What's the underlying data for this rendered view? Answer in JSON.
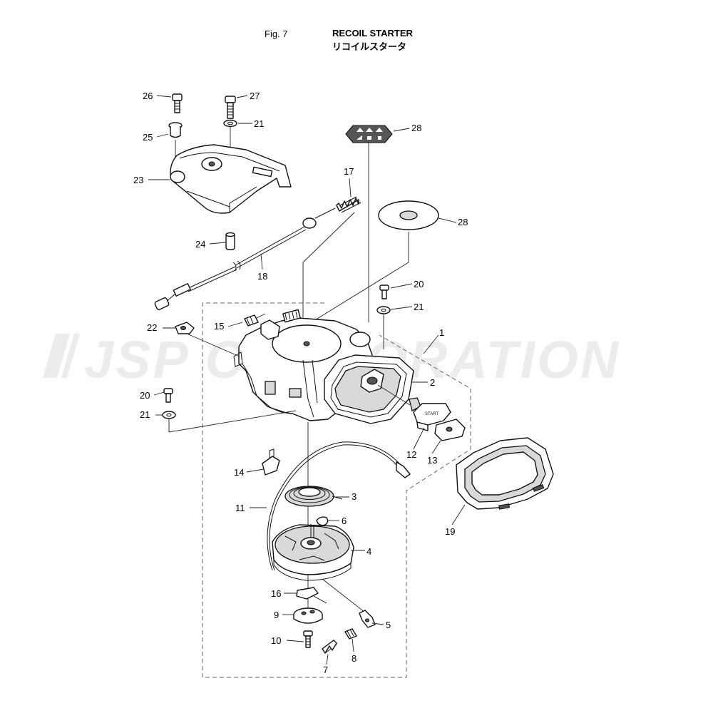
{
  "header": {
    "fig_no": "Fig. 7",
    "title": "RECOIL STARTER",
    "title_jp": "リコイルスタータ"
  },
  "watermark": "JSP CORPORATION",
  "callouts": [
    {
      "id": "c26",
      "label": "26"
    },
    {
      "id": "c27",
      "label": "27"
    },
    {
      "id": "c25",
      "label": "25"
    },
    {
      "id": "c21a",
      "label": "21"
    },
    {
      "id": "c23",
      "label": "23"
    },
    {
      "id": "c28a",
      "label": "28"
    },
    {
      "id": "c17",
      "label": "17"
    },
    {
      "id": "c28b",
      "label": "28"
    },
    {
      "id": "c24",
      "label": "24"
    },
    {
      "id": "c18",
      "label": "18"
    },
    {
      "id": "c20a",
      "label": "20"
    },
    {
      "id": "c21b",
      "label": "21"
    },
    {
      "id": "c22",
      "label": "22"
    },
    {
      "id": "c15",
      "label": "15"
    },
    {
      "id": "c1",
      "label": "1"
    },
    {
      "id": "c2",
      "label": "2"
    },
    {
      "id": "c20b",
      "label": "20"
    },
    {
      "id": "c21c",
      "label": "21"
    },
    {
      "id": "c12",
      "label": "12"
    },
    {
      "id": "c13",
      "label": "13"
    },
    {
      "id": "c14",
      "label": "14"
    },
    {
      "id": "c3",
      "label": "3"
    },
    {
      "id": "c11",
      "label": "11"
    },
    {
      "id": "c6",
      "label": "6"
    },
    {
      "id": "c19",
      "label": "19"
    },
    {
      "id": "c4",
      "label": "4"
    },
    {
      "id": "c16",
      "label": "16"
    },
    {
      "id": "c9",
      "label": "9"
    },
    {
      "id": "c5",
      "label": "5"
    },
    {
      "id": "c10",
      "label": "10"
    },
    {
      "id": "c8",
      "label": "8"
    },
    {
      "id": "c7",
      "label": "7"
    }
  ]
}
